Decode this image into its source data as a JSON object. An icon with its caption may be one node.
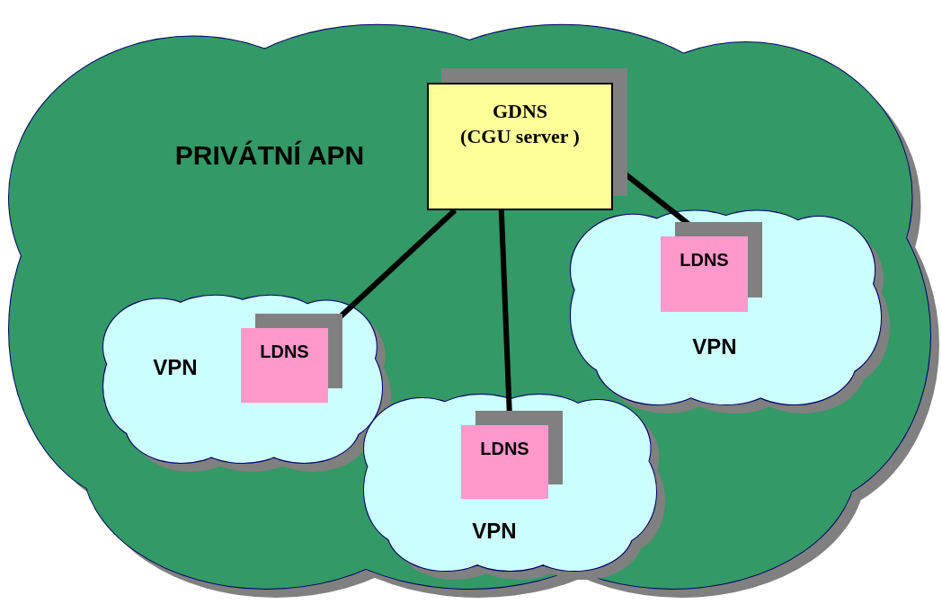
{
  "diagram": {
    "nodes": [
      {
        "text": [
          "PRIVÁTNÍ APN"
        ]
      },
      {
        "text": [
          "GDNS",
          "(CGU server )"
        ],
        "in": 0
      },
      {
        "text": [
          "VPN"
        ],
        "in": 0
      },
      {
        "text": [
          "LDNS"
        ],
        "in": 2
      },
      {
        "text": [
          "VPN"
        ],
        "in": 0
      },
      {
        "text": [
          "LDNS"
        ],
        "in": 4
      },
      {
        "text": [
          "VPN"
        ],
        "in": 0
      },
      {
        "text": [
          "LDNS"
        ],
        "in": 6
      }
    ],
    "edges": [
      {
        "from": 1,
        "to": 3,
        "arrow": "none"
      },
      {
        "from": 1,
        "to": 5,
        "arrow": "none"
      },
      {
        "from": 1,
        "to": 7,
        "arrow": "none"
      }
    ]
  }
}
